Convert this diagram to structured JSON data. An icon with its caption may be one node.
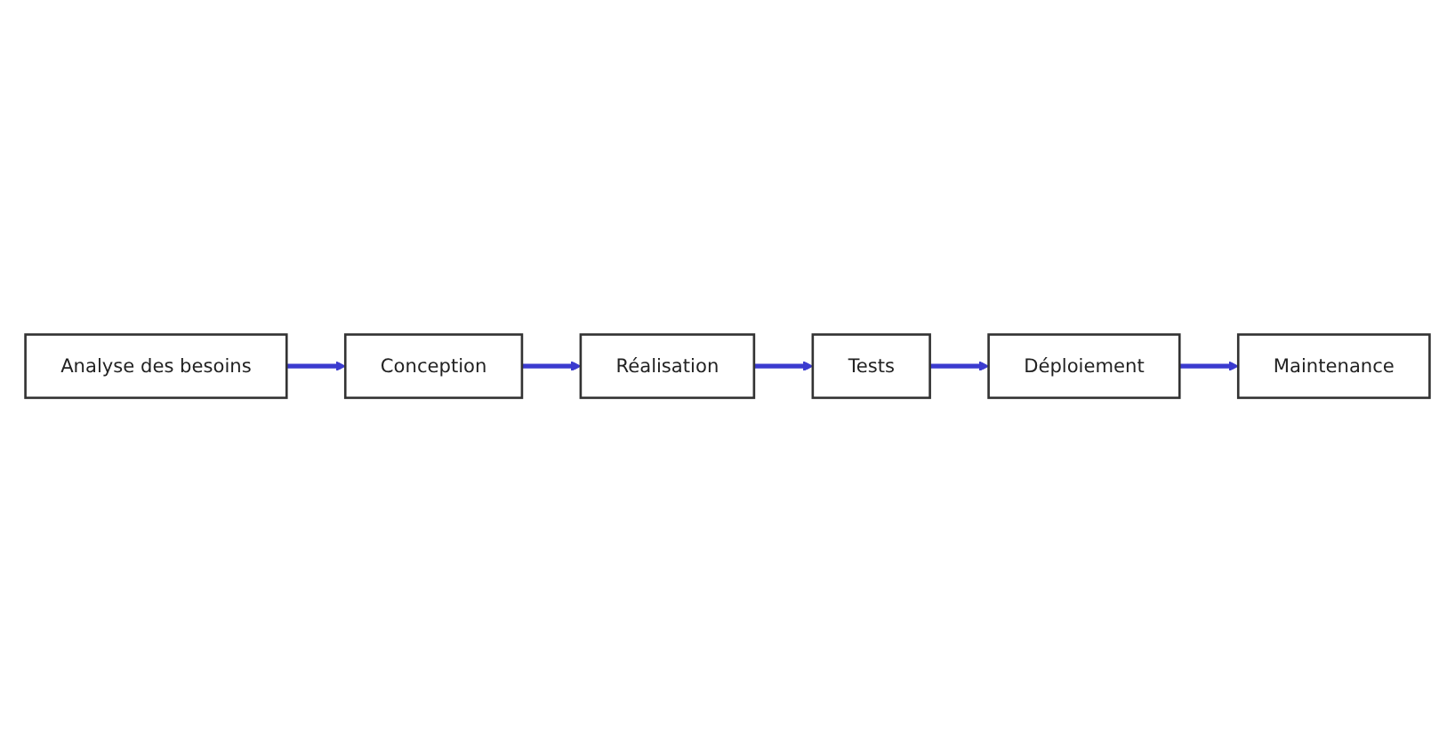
{
  "diagram": {
    "nodes": [
      {
        "text": [
          "Analyse des besoins"
        ]
      },
      {
        "text": [
          "Conception"
        ]
      },
      {
        "text": [
          "Réalisation"
        ]
      },
      {
        "text": [
          "Tests"
        ]
      },
      {
        "text": [
          "Déploiement"
        ]
      },
      {
        "text": [
          "Maintenance"
        ]
      }
    ],
    "edges": [
      {
        "from": 0,
        "to": 1,
        "arrow": "to"
      },
      {
        "from": 1,
        "to": 2,
        "arrow": "to"
      },
      {
        "from": 2,
        "to": 3,
        "arrow": "to"
      },
      {
        "from": 3,
        "to": 4,
        "arrow": "to"
      },
      {
        "from": 4,
        "to": 5,
        "arrow": "to"
      }
    ]
  }
}
